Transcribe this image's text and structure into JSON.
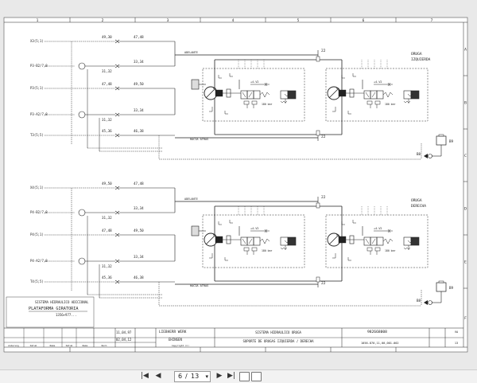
{
  "sheet": {
    "columns": [
      "1",
      "2",
      "3",
      "4",
      "5",
      "6",
      "7"
    ],
    "rows": [
      "A",
      "B",
      "C",
      "D",
      "E",
      "F"
    ],
    "upper": {
      "lines": [
        {
          "label": "X3(5;1)",
          "left_value": "49,30",
          "right_value": "47,48"
        },
        {
          "label": "P3-B2/7,8",
          "left_value": "31,32",
          "right_value": "33,34"
        },
        {
          "label": "P3(5;1)",
          "left_value": "47,48",
          "right_value": "49,50"
        },
        {
          "label": "P3-A2/7,8",
          "left_value": "31,32",
          "right_value": "33,34"
        },
        {
          "label": "T3(5;5)",
          "left_value": "45,36",
          "right_value": "46,38"
        }
      ],
      "adelante": "ADELANTE",
      "hacia_atras": "HACIA ATRAS",
      "track": [
        "ORUGA",
        "IZQUIERDA"
      ],
      "junction_top": "22",
      "junction_bottom": "22",
      "port_B8": "B8",
      "port_B9": "B9"
    },
    "lower": {
      "lines": [
        {
          "label": "X4(5;1)",
          "left_value": "49,50",
          "right_value": "47,48"
        },
        {
          "label": "P4-B2/7,8",
          "left_value": "31,32",
          "right_value": "33,34"
        },
        {
          "label": "P4(5;1)",
          "left_value": "47,48",
          "right_value": "49,50"
        },
        {
          "label": "P4-A2/7,8",
          "left_value": "31,32",
          "right_value": "33,34"
        },
        {
          "label": "T4(5;5)",
          "left_value": "45,36",
          "right_value": "46,38"
        }
      ],
      "adelante": "ADELANTE",
      "hacia_atras": "HACIA ATRAS",
      "track": [
        "ORUGA",
        "DERECHA"
      ],
      "junction_top": "22",
      "junction_bottom": "22",
      "port_B8": "B8",
      "port_B9": "B9"
    },
    "valve_pressure": "180 bar",
    "pump_label": "+4-V2",
    "title_block": {
      "system_line1": "SISTEMA HIDRAULICO ADICIONAL",
      "system_line2": "PLATAFORMA GIRATORIA",
      "serial": "1356+977...",
      "date1": "11,04,97",
      "date2": "02,04,12",
      "company": "LIEBHERR WERK",
      "city": "EHINGEN",
      "copyright": "Copyright (C)",
      "header_row": [
        "Anderung",
        "Datum",
        "Name",
        "Datum",
        "Name",
        "Norm"
      ],
      "title1": "SISTEMA HIDRAULICO ORUGA",
      "title2": "SOPORTE DE ORUGAS IZQUIERDA / DERECHA",
      "doc_no": "982668008",
      "doc_no2": "1056-870,11,00,001-002",
      "sheet_no": "13",
      "sheet_of": "VA"
    }
  },
  "toolbar": {
    "current_page": "6",
    "total_pages": "13",
    "separator": "/",
    "first_icon": "first-page-icon",
    "prev_icon": "prev-page-icon",
    "next_icon": "next-page-icon",
    "last_icon": "last-page-icon"
  }
}
